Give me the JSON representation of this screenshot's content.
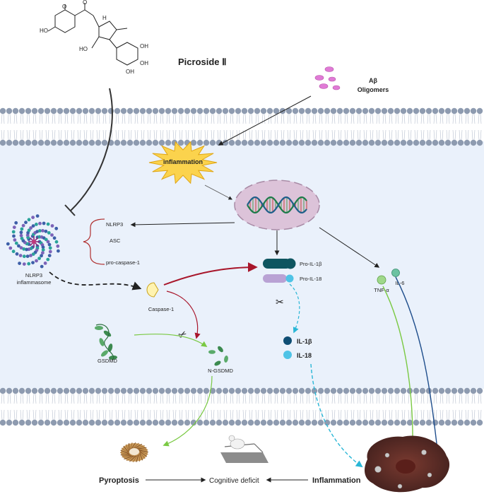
{
  "title": "Picroside Ⅱ",
  "abeta": {
    "line1": "Aβ",
    "line2": "Oligomers"
  },
  "inflammation_burst": "inflammation",
  "nlrp3_components": {
    "a": "NLRP3",
    "b": "ASC",
    "c": "pro-caspase-1"
  },
  "inflammasome": {
    "line1": "NLRP3",
    "line2": "inflammasome"
  },
  "caspase": "Caspase-1",
  "pro_cytokines": {
    "a": "Pro-IL-1β",
    "b": "Pro-IL-18"
  },
  "cytokines": {
    "a": "TNF-α",
    "b": "IL-6"
  },
  "mature": {
    "a": "IL-1β",
    "b": "IL-18"
  },
  "gsdmd": "GSDMD",
  "ngsdmd": "N-GSDMD",
  "outcomes": {
    "pyroptosis": "Pyroptosis",
    "cognitive": "Cognitive deficit",
    "inflammation": "Inflammation"
  },
  "colors": {
    "membrane_head": "#8e9bb0",
    "cytoplasm": "#eaf1fb",
    "inhibit": "#333333",
    "red_arrow": "#a8162b",
    "green_arrow": "#7ac943",
    "cyan_arrow": "#29b6d6",
    "blue_arrow": "#1f4e8c",
    "nucleus": "#dcc3d9"
  }
}
